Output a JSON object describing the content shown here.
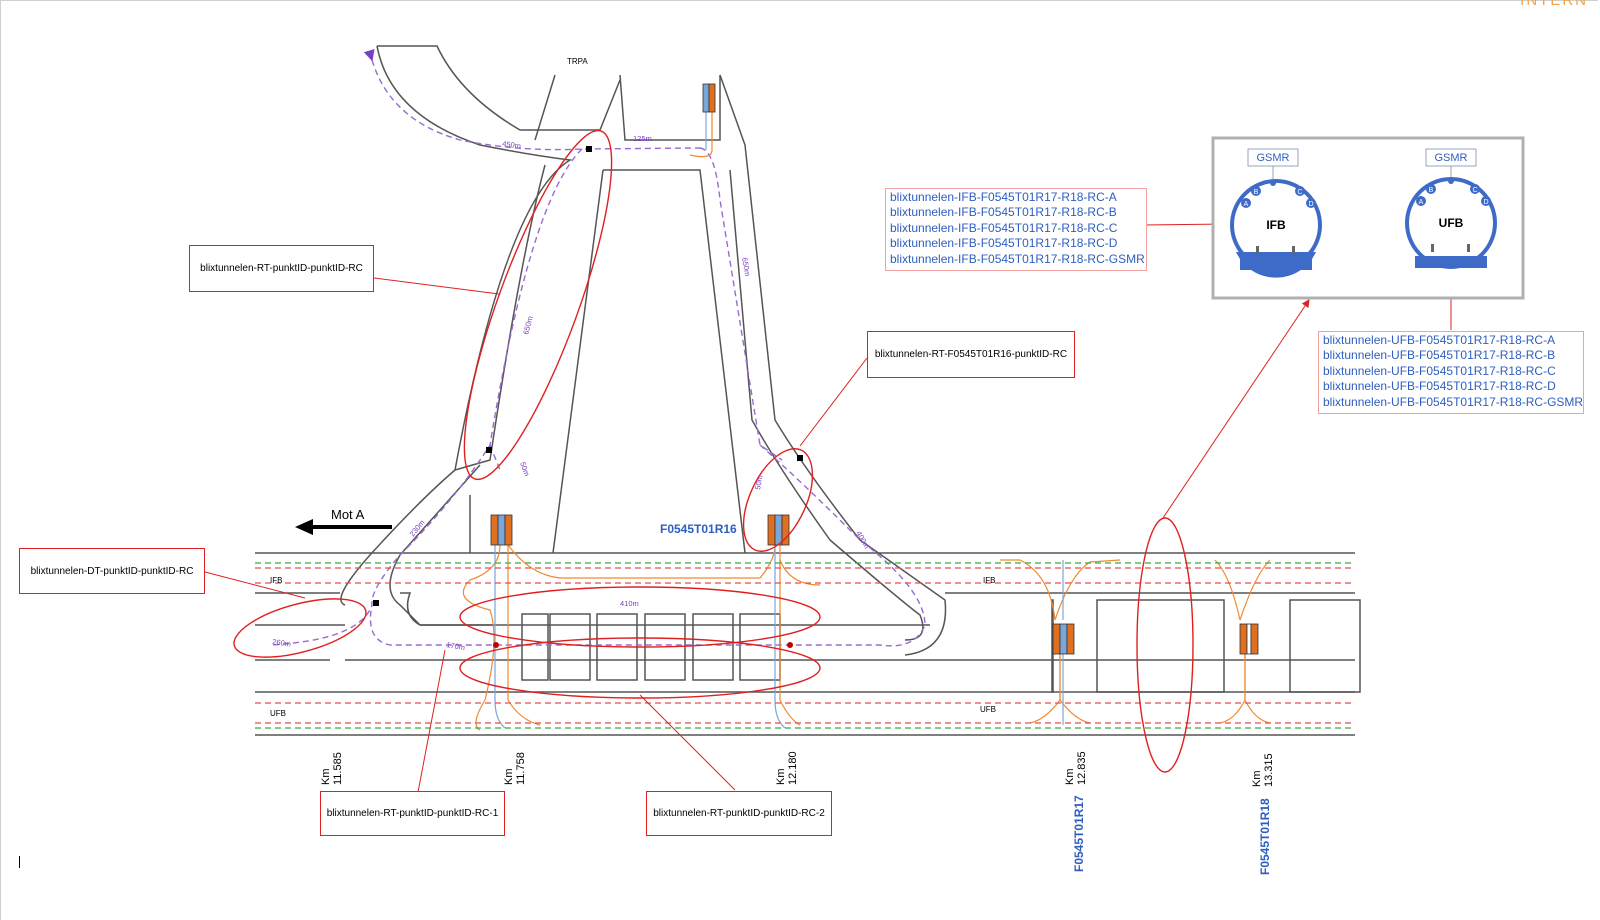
{
  "header": {
    "classification": "INTERN"
  },
  "labels": {
    "trpa": "TRPA",
    "mot_a": "Mot A",
    "ifb_left": "IFB",
    "ufb_left": "UFB",
    "ifb_right": "IFB",
    "ufb_right": "UFB"
  },
  "distances": {
    "d450": "450m",
    "d125": "125m",
    "d650a": "650m",
    "d650b": "650m",
    "d50a": "50m",
    "d50b": "50m",
    "d230": "230m",
    "d260": "260m",
    "d170": "170m",
    "d410": "410m",
    "d400": "400m"
  },
  "stations": {
    "r16": "F0545T01R16",
    "r17": "F0545T01R17",
    "r18": "F0545T01R18"
  },
  "km_markers": [
    {
      "km": "Km",
      "value": "11.585"
    },
    {
      "km": "Km",
      "value": "11.758"
    },
    {
      "km": "Km",
      "value": "12.180"
    },
    {
      "km": "Km",
      "value": "12.835"
    },
    {
      "km": "Km",
      "value": "13.315"
    }
  ],
  "callouts": {
    "rt_punkt": "blixtunnelen-RT-punktID-punktID-RC",
    "rt_r16": "blixtunnelen-RT-F0545T01R16-punktID-RC",
    "dt_punkt": "blixtunnelen-DT-punktID-punktID-RC",
    "rt_rc1": "blixtunnelen-RT-punktID-punktID-RC-1",
    "rt_rc2": "blixtunnelen-RT-punktID-punktID-RC-2"
  },
  "ifb_list": [
    "blixtunnelen-IFB-F0545T01R17-R18-RC-A",
    "blixtunnelen-IFB-F0545T01R17-R18-RC-B",
    "blixtunnelen-IFB-F0545T01R17-R18-RC-C",
    "blixtunnelen-IFB-F0545T01R17-R18-RC-D",
    "blixtunnelen-IFB-F0545T01R17-R18-RC-GSMR"
  ],
  "ufb_list": [
    "blixtunnelen-UFB-F0545T01R17-R18-RC-A",
    "blixtunnelen-UFB-F0545T01R17-R18-RC-B",
    "blixtunnelen-UFB-F0545T01R17-R18-RC-C",
    "blixtunnelen-UFB-F0545T01R17-R18-RC-D",
    "blixtunnelen-UFB-F0545T01R17-R18-RC-GSMR"
  ],
  "cross_section": {
    "gsmr_left": "GSMR",
    "gsmr_right": "GSMR",
    "ifb": "IFB",
    "ufb": "UFB",
    "ports": [
      "A",
      "B",
      "C",
      "D"
    ]
  },
  "colors": {
    "callout_red": "#e02020",
    "text_blue": "#2e5ec0",
    "dash_purple": "#9a6ad0",
    "cable_orange": "#f08a30",
    "cable_blue": "#7aa6d8",
    "rail_green": "#3caa3c",
    "tunnel_outline": "#555555"
  }
}
